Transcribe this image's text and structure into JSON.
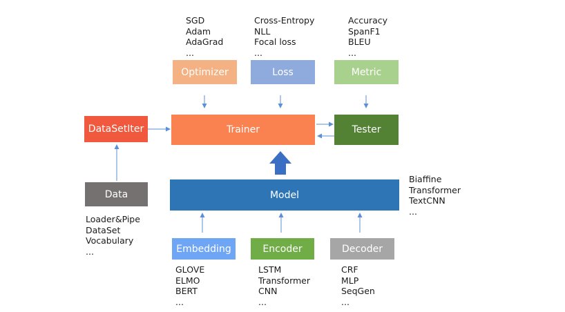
{
  "boxes": {
    "optimizer": {
      "label": "Optimizer",
      "color": "#f4b183"
    },
    "loss": {
      "label": "Loss",
      "color": "#8faadc"
    },
    "metric": {
      "label": "Metric",
      "color": "#a9d18e"
    },
    "datasetiter": {
      "label": "DataSetIter",
      "color": "#f0593e"
    },
    "trainer": {
      "label": "Trainer",
      "color": "#fa8150"
    },
    "tester": {
      "label": "Tester",
      "color": "#548235"
    },
    "data": {
      "label": "Data",
      "color": "#767171"
    },
    "model": {
      "label": "Model",
      "color": "#2e75b6"
    },
    "embedding": {
      "label": "Embedding",
      "color": "#6ea6f5"
    },
    "encoder": {
      "label": "Encoder",
      "color": "#70ad47"
    },
    "decoder": {
      "label": "Decoder",
      "color": "#a6a6a6"
    }
  },
  "lists": {
    "optimizer": [
      "SGD",
      "Adam",
      "AdaGrad",
      "..."
    ],
    "loss": [
      "Cross-Entropy",
      "NLL",
      "Focal loss",
      "..."
    ],
    "metric": [
      "Accuracy",
      "SpanF1",
      "BLEU",
      "..."
    ],
    "model": [
      "Biaffine",
      "Transformer",
      "TextCNN",
      "..."
    ],
    "data": [
      "Loader&Pipe",
      "DataSet",
      "Vocabulary",
      "..."
    ],
    "embedding": [
      "GLOVE",
      "ELMO",
      "BERT",
      "..."
    ],
    "encoder": [
      "LSTM",
      "Transformer",
      "CNN",
      "..."
    ],
    "decoder": [
      "CRF",
      "MLP",
      "SeqGen",
      "..."
    ]
  },
  "colors": {
    "arrow": "#5b8fd6",
    "big_arrow": "#3b6fc4"
  }
}
